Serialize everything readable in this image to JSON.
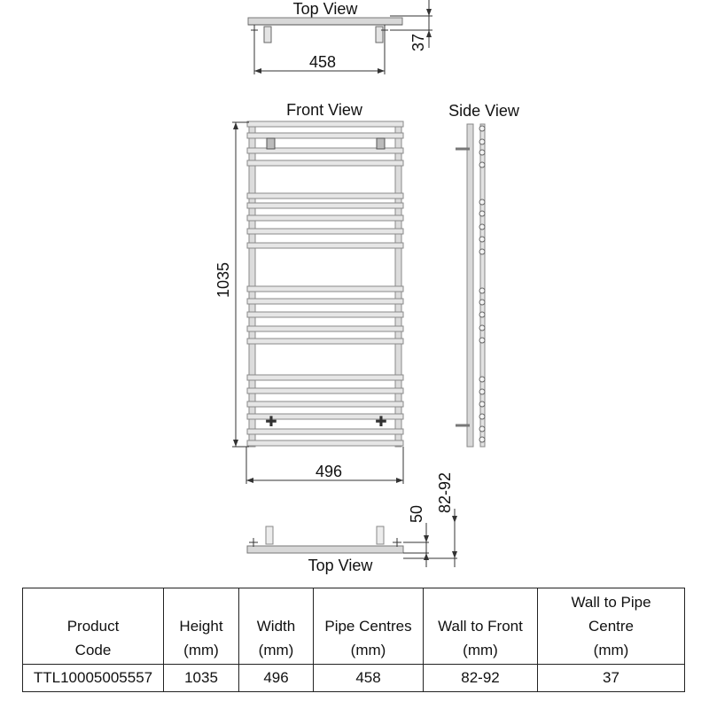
{
  "views": {
    "top_view_upper": "Top View",
    "front_view": "Front View",
    "side_view": "Side View",
    "top_view_lower": "Top View"
  },
  "dimensions": {
    "pipe_centres": "458",
    "wall_to_pipe": "37",
    "height": "1035",
    "width": "496",
    "wall_to_front": "82-92",
    "bracket_depth": "50"
  },
  "table": {
    "headers": [
      [
        "Product",
        "Code"
      ],
      [
        "Height",
        "(mm)"
      ],
      [
        "Width",
        "(mm)"
      ],
      [
        "Pipe Centres",
        "(mm)"
      ],
      [
        "Wall to Front",
        "(mm)"
      ],
      [
        "Wall to Pipe",
        "Centre",
        "(mm)"
      ]
    ],
    "row": [
      "TTL10005005557",
      "1035",
      "496",
      "458",
      "82-92",
      "37"
    ]
  },
  "colors": {
    "line": "#222222",
    "rail": "#cfcfcf",
    "rail_edge": "#8a8a8a"
  }
}
